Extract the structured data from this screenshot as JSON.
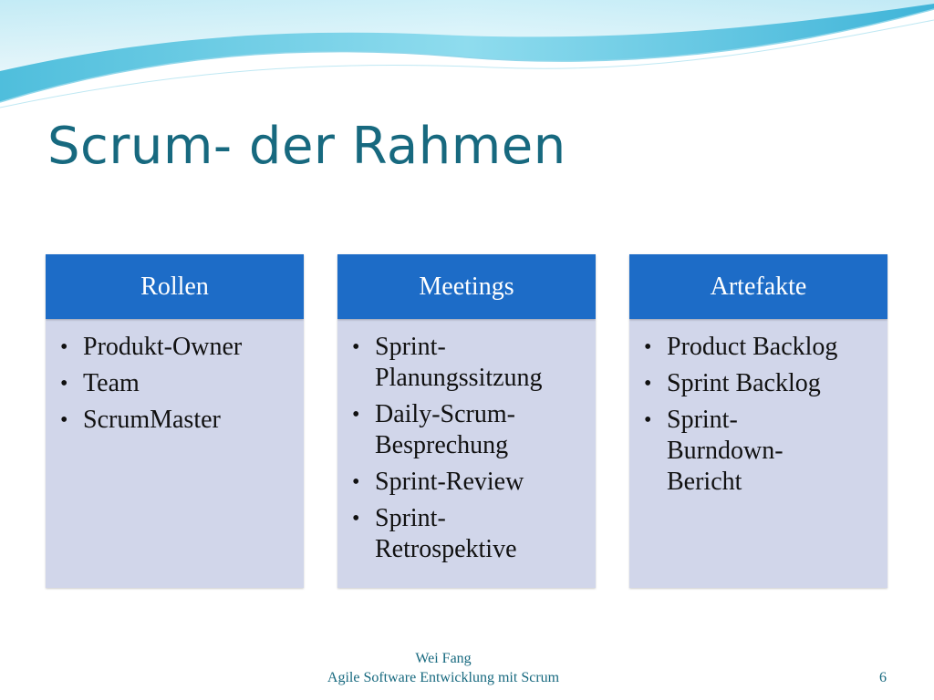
{
  "slide": {
    "title": "Scrum- der Rahmen",
    "columns": [
      {
        "header": "Rollen",
        "items": [
          "Produkt-Owner",
          "Team",
          "ScrumMaster"
        ]
      },
      {
        "header": "Meetings",
        "items": [
          "Sprint-\nPlanungssitzung",
          "Daily-Scrum-\nBesprechung",
          "Sprint-Review",
          "Sprint-\nRetrospektive"
        ]
      },
      {
        "header": "Artefakte",
        "items": [
          "Product Backlog",
          "Sprint Backlog",
          "Sprint-\nBurndown-\nBericht"
        ]
      }
    ],
    "footer": {
      "author": "Wei Fang",
      "course": "Agile Software Entwicklung mit Scrum",
      "page": "6"
    }
  },
  "colors": {
    "title": "#17697f",
    "header_bg": "#1d6cc7",
    "body_bg": "#d1d6ea",
    "wave": "#5fc7e0"
  },
  "icons": {
    "bullet": "•"
  }
}
